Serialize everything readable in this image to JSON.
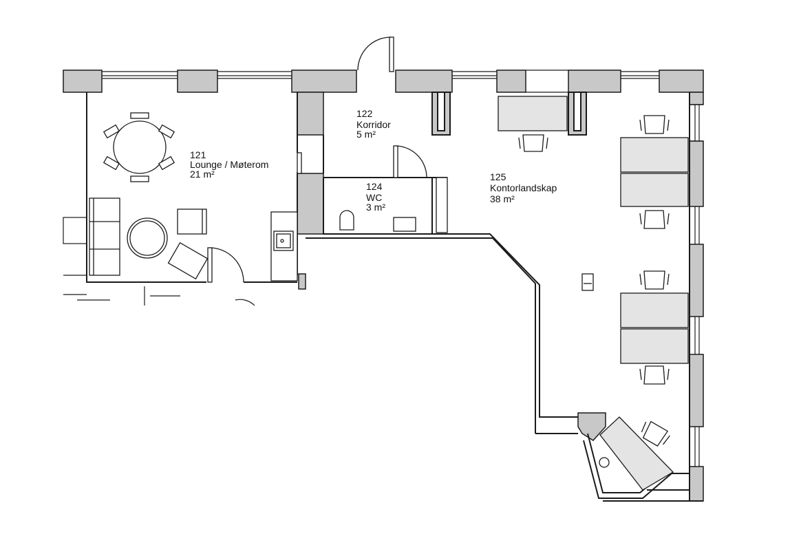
{
  "rooms": [
    {
      "number": "121",
      "name": "Lounge / Møterom",
      "area": "21 m²"
    },
    {
      "number": "122",
      "name": "Korridor",
      "area": "5 m²"
    },
    {
      "number": "124",
      "name": "WC",
      "area": "3 m²"
    },
    {
      "number": "125",
      "name": "Kontorlandskap",
      "area": "38 m²"
    }
  ],
  "colors": {
    "wall_fill": "#c8c8c8",
    "line": "#1a1a1a",
    "background": "#ffffff"
  }
}
